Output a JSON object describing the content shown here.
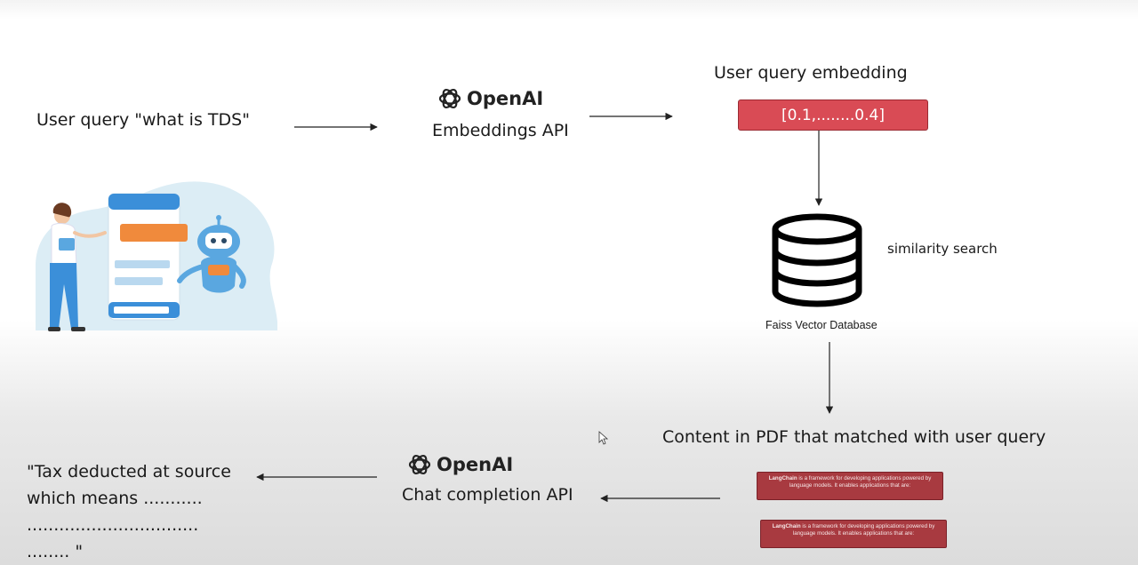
{
  "diagram": {
    "user_query": "User query  \"what is TDS\"",
    "openai_word": "OpenAI",
    "embeddings_api": "Embeddings API",
    "embedding_title": "User query embedding",
    "embedding_vector": "[0.1,........0.4]",
    "similarity_search": "similarity search",
    "faiss_label": "Faiss Vector Database",
    "content_title": "Content in PDF that matched with user query",
    "pdf_snippet_bold": "LangChain",
    "pdf_snippet_rest": " is a framework for developing applications powered by language models. It enables applications that are:",
    "chat_api": "Chat completion API",
    "answer_lines": [
      "\"Tax deducted at source",
      "which means ...........",
      "................................",
      "........ \""
    ]
  },
  "colors": {
    "vector_box": "#d94b55",
    "pdf_card": "#a83a40",
    "arrow": "#222222"
  },
  "icons": [
    "openai-logo-icon",
    "database-icon",
    "chatbot-illustration",
    "mouse-cursor-icon"
  ]
}
